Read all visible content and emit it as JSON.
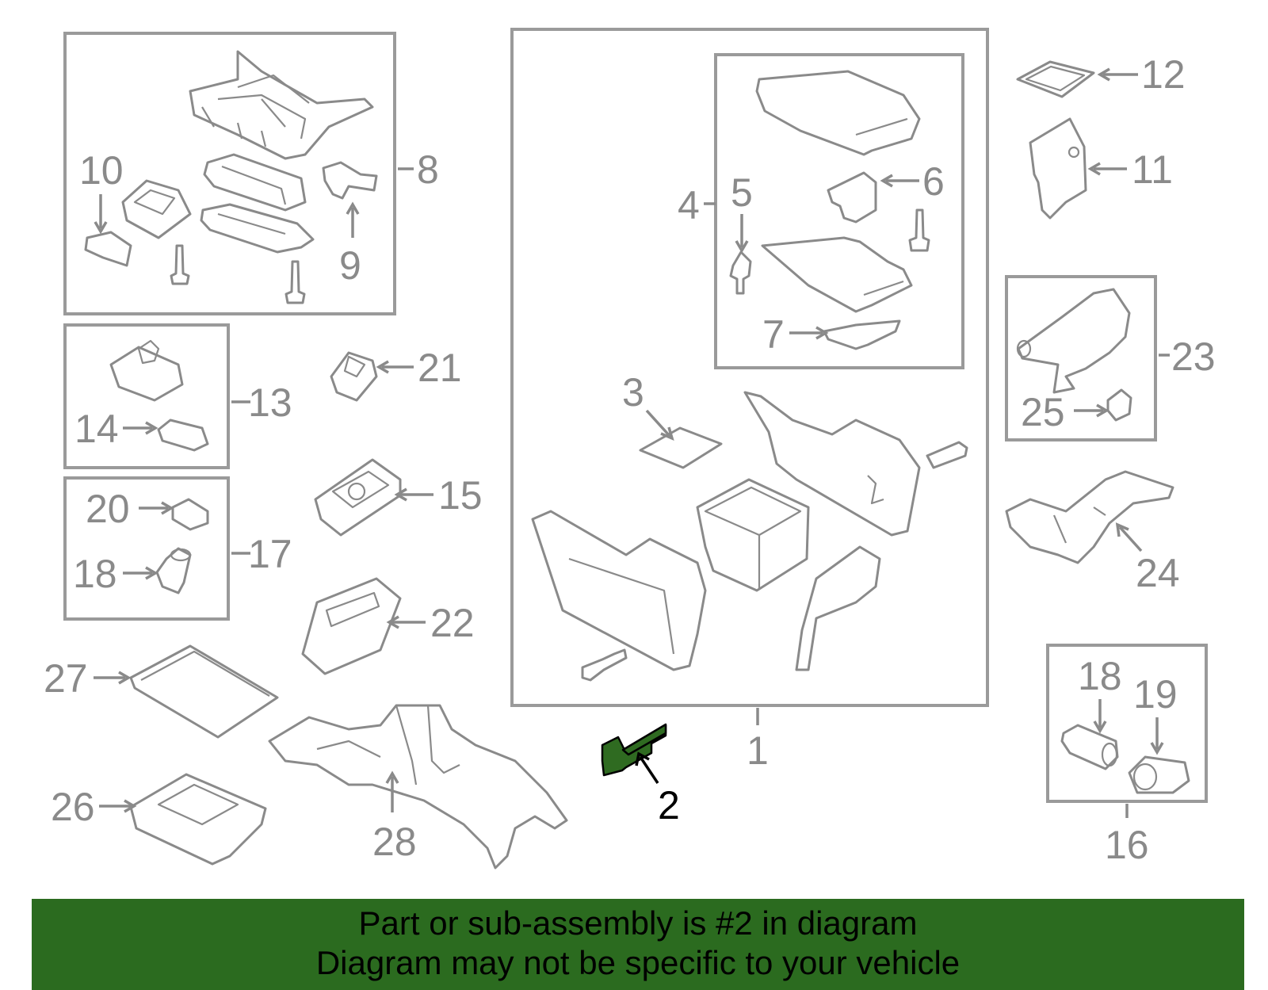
{
  "banner": {
    "line1": "Part or sub-assembly is #2 in diagram",
    "line2": "Diagram may not be specific to your vehicle",
    "background_color": "#2b6b1f"
  },
  "highlight": {
    "part_number": "2",
    "color": "#2f6b21"
  },
  "callouts": {
    "c1": "1",
    "c2": "2",
    "c3": "3",
    "c4": "4",
    "c5": "5",
    "c6": "6",
    "c7": "7",
    "c8": "8",
    "c9": "9",
    "c10": "10",
    "c11": "11",
    "c12": "12",
    "c13": "13",
    "c14": "14",
    "c15": "15",
    "c16": "16",
    "c17": "17",
    "c18a": "18",
    "c18b": "18",
    "c19": "19",
    "c20": "20",
    "c21": "21",
    "c22": "22",
    "c23": "23",
    "c24": "24",
    "c25": "25",
    "c26": "26",
    "c27": "27",
    "c28": "28"
  }
}
